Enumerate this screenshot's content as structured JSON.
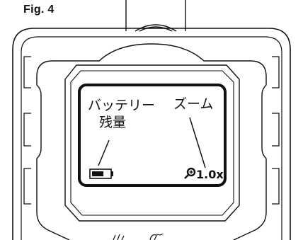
{
  "figure_label": "Fig. 4",
  "callouts": {
    "battery_line1": "バッテリー",
    "battery_line2": "残量",
    "zoom": "ズーム"
  },
  "screen": {
    "zoom_value": "1.0x",
    "battery_level": 0.67,
    "icons": [
      "battery-icon",
      "zoom-magnifier-icon"
    ]
  },
  "colors": {
    "line": "#111111",
    "background": "#ffffff"
  }
}
